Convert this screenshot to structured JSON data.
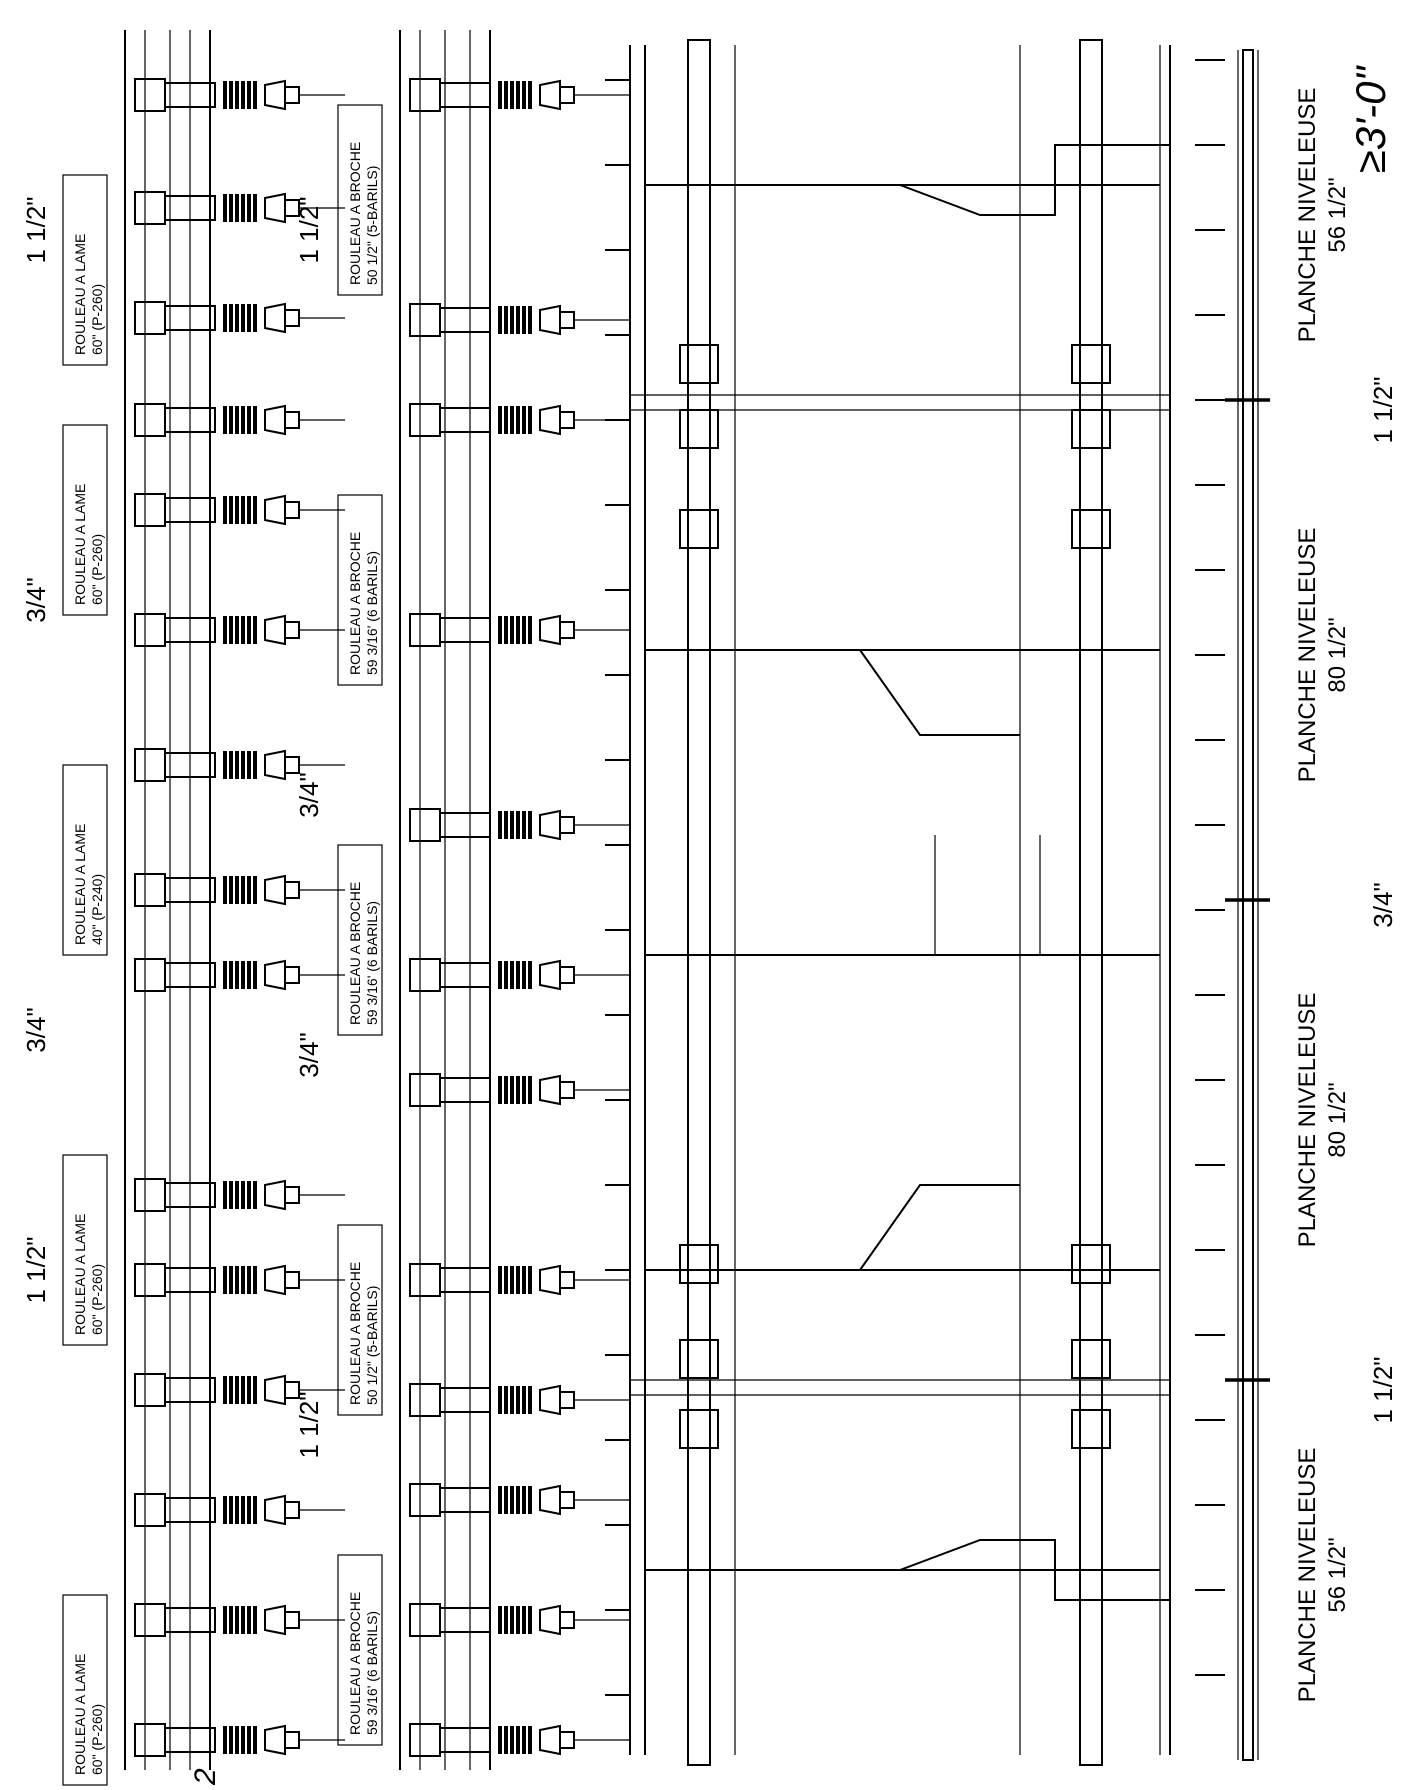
{
  "drawing": {
    "overall_dimension": "≥3'-0\"",
    "note_bottom_left": "2",
    "blade_rollers": [
      {
        "line1": "ROULEAU A LAME",
        "line2": "60\" (P-260)"
      },
      {
        "line1": "ROULEAU A LAME",
        "line2": "60\" (P-260)"
      },
      {
        "line1": "ROULEAU A LAME",
        "line2": "40\" (P-240)"
      },
      {
        "line1": "ROULEAU A LAME",
        "line2": "60\" (P-260)"
      },
      {
        "line1": "ROULEAU A LAME",
        "line2": "60\" (P-260)"
      }
    ],
    "spindle_rollers": [
      {
        "line1": "ROULEAU A BROCHE",
        "line2": "50 1/2\" (5-BARILS)"
      },
      {
        "line1": "ROULEAU A BROCHE",
        "line2": "59 3/16' (6 BARILS)"
      },
      {
        "line1": "ROULEAU A BROCHE",
        "line2": "59 3/16' (6 BARILS)"
      },
      {
        "line1": "ROULEAU A BROCHE",
        "line2": "50 1/2\" (5-BARILS)"
      },
      {
        "line1": "ROULEAU A BROCHE",
        "line2": "59 3/16' (6 BARILS)"
      }
    ],
    "leveling_boards": [
      {
        "line1": "PLANCHE NIVELEUSE",
        "line2": "56 1/2\""
      },
      {
        "line1": "PLANCHE NIVELEUSE",
        "line2": "80 1/2\""
      },
      {
        "line1": "PLANCHE NIVELEUSE",
        "line2": "80 1/2\""
      },
      {
        "line1": "PLANCHE NIVELEUSE",
        "line2": "56 1/2\""
      }
    ],
    "top_gaps": [
      "1 1/2\"",
      "3/4\"",
      "3/4\"",
      "1 1/2\""
    ],
    "mid_gaps": [
      "1 1/2\"",
      "3/4\"",
      "3/4\"",
      "1 1/2\""
    ],
    "right_gaps": [
      "1 1/2\"",
      "3/4\"",
      "1 1/2\""
    ]
  }
}
